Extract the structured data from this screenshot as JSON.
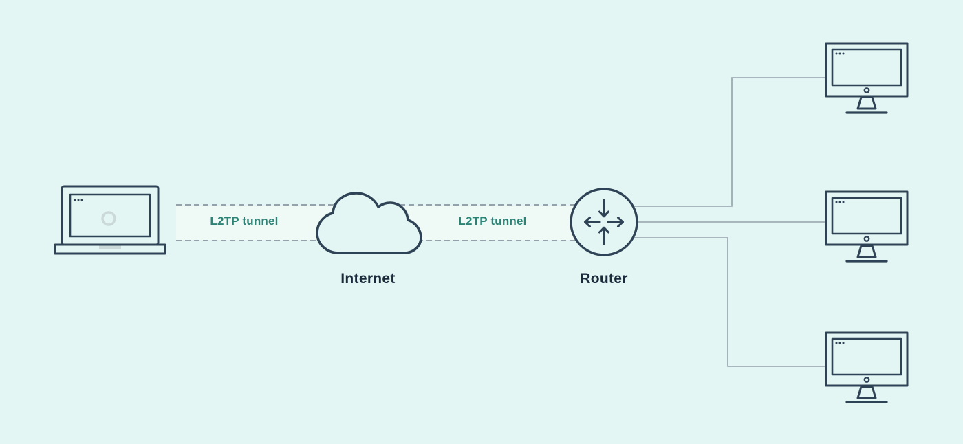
{
  "labels": {
    "internet": "Internet",
    "router": "Router",
    "tunnel_left": "L2TP tunnel",
    "tunnel_right": "L2TP tunnel"
  },
  "icons": {
    "client": "laptop-icon",
    "internet": "cloud-icon",
    "router": "router-arrows-icon",
    "workstations": "monitor-icon",
    "workstation_count": 3
  },
  "colors": {
    "background": "#e4f6f3",
    "outline": "#2f4356",
    "label_text": "#1c2b3b",
    "tunnel_text": "#2a8374",
    "tunnel_band": "#effaf7",
    "line": "#93a2ab",
    "ring": "#ccd9d9"
  }
}
